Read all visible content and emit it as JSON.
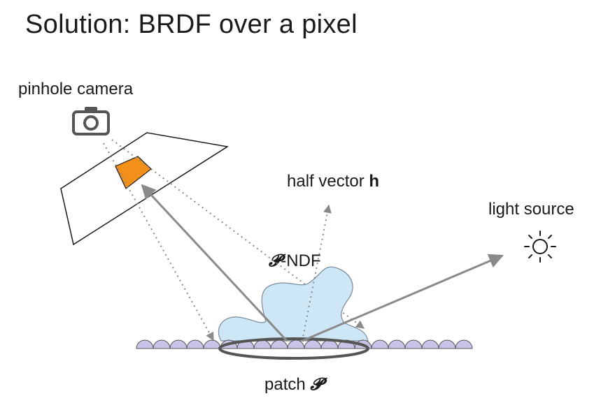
{
  "slide": {
    "title": "Solution: BRDF over a pixel"
  },
  "labels": {
    "camera": "pinhole camera",
    "half_vector_text": "half vector ",
    "half_vector_symbol": "h",
    "light": "light source",
    "ndf_symbol": "𝓟",
    "ndf_suffix": "-NDF",
    "patch_text": "patch ",
    "patch_symbol": "𝓟"
  },
  "icons": {
    "camera": "camera-icon",
    "sun": "sun-icon"
  },
  "colors": {
    "pixel_fill": "#f39019",
    "ndf_fill": "#cde7f7",
    "microfacet_fill": "#c9c3e8",
    "arrow": "#8a8a8a",
    "patch_outline": "#555555"
  }
}
